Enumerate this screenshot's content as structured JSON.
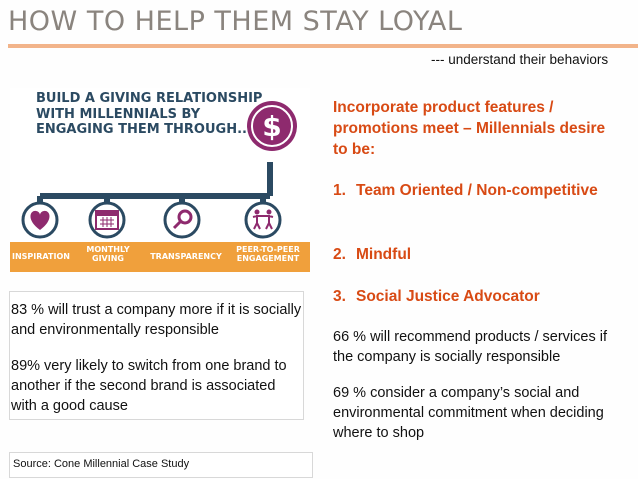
{
  "title": "HOW TO HELP THEM STAY LOYAL",
  "subtitle": "--- understand their behaviors",
  "infographic": {
    "heading": "BUILD A GIVING RELATIONSHIP WITH MILLENNIALS BY ENGAGING THEM THROUGH...",
    "labels": [
      "INSPIRATION",
      "MONTHLY GIVING",
      "TRANSPARENCY",
      "PEER-TO-PEER ENGAGEMENT"
    ],
    "colors": {
      "navy": "#2b4a62",
      "orange": "#f0a03c",
      "purple": "#8e2a6e"
    },
    "icons": [
      "heart-icon",
      "calendar-icon",
      "magnifier-icon",
      "people-icon",
      "dollar-icon"
    ]
  },
  "right": {
    "heading": "Incorporate product  features / promotions meet – Millennials desire to be:",
    "items": [
      {
        "num": "1.",
        "text": "Team Oriented / Non-competitive"
      },
      {
        "num": "2.",
        "text": "Mindful"
      },
      {
        "num": "3.",
        "text": "Social Justice Advocator"
      }
    ],
    "stat1": "66 % will recommend products / services if the company is socially responsible",
    "stat2": "69 % consider a company’s social and environmental commitment when deciding where to shop"
  },
  "left": {
    "stat1": "83 % will trust a company more if it is socially and environmentally responsible",
    "stat2": "89% very likely to switch from one brand to another if the second brand is associated with a good cause"
  },
  "source": "Source: Cone Millennial Case Study",
  "colors": {
    "title": "#8a847e",
    "accent": "#d84a14",
    "rule": "#f2b48a"
  }
}
